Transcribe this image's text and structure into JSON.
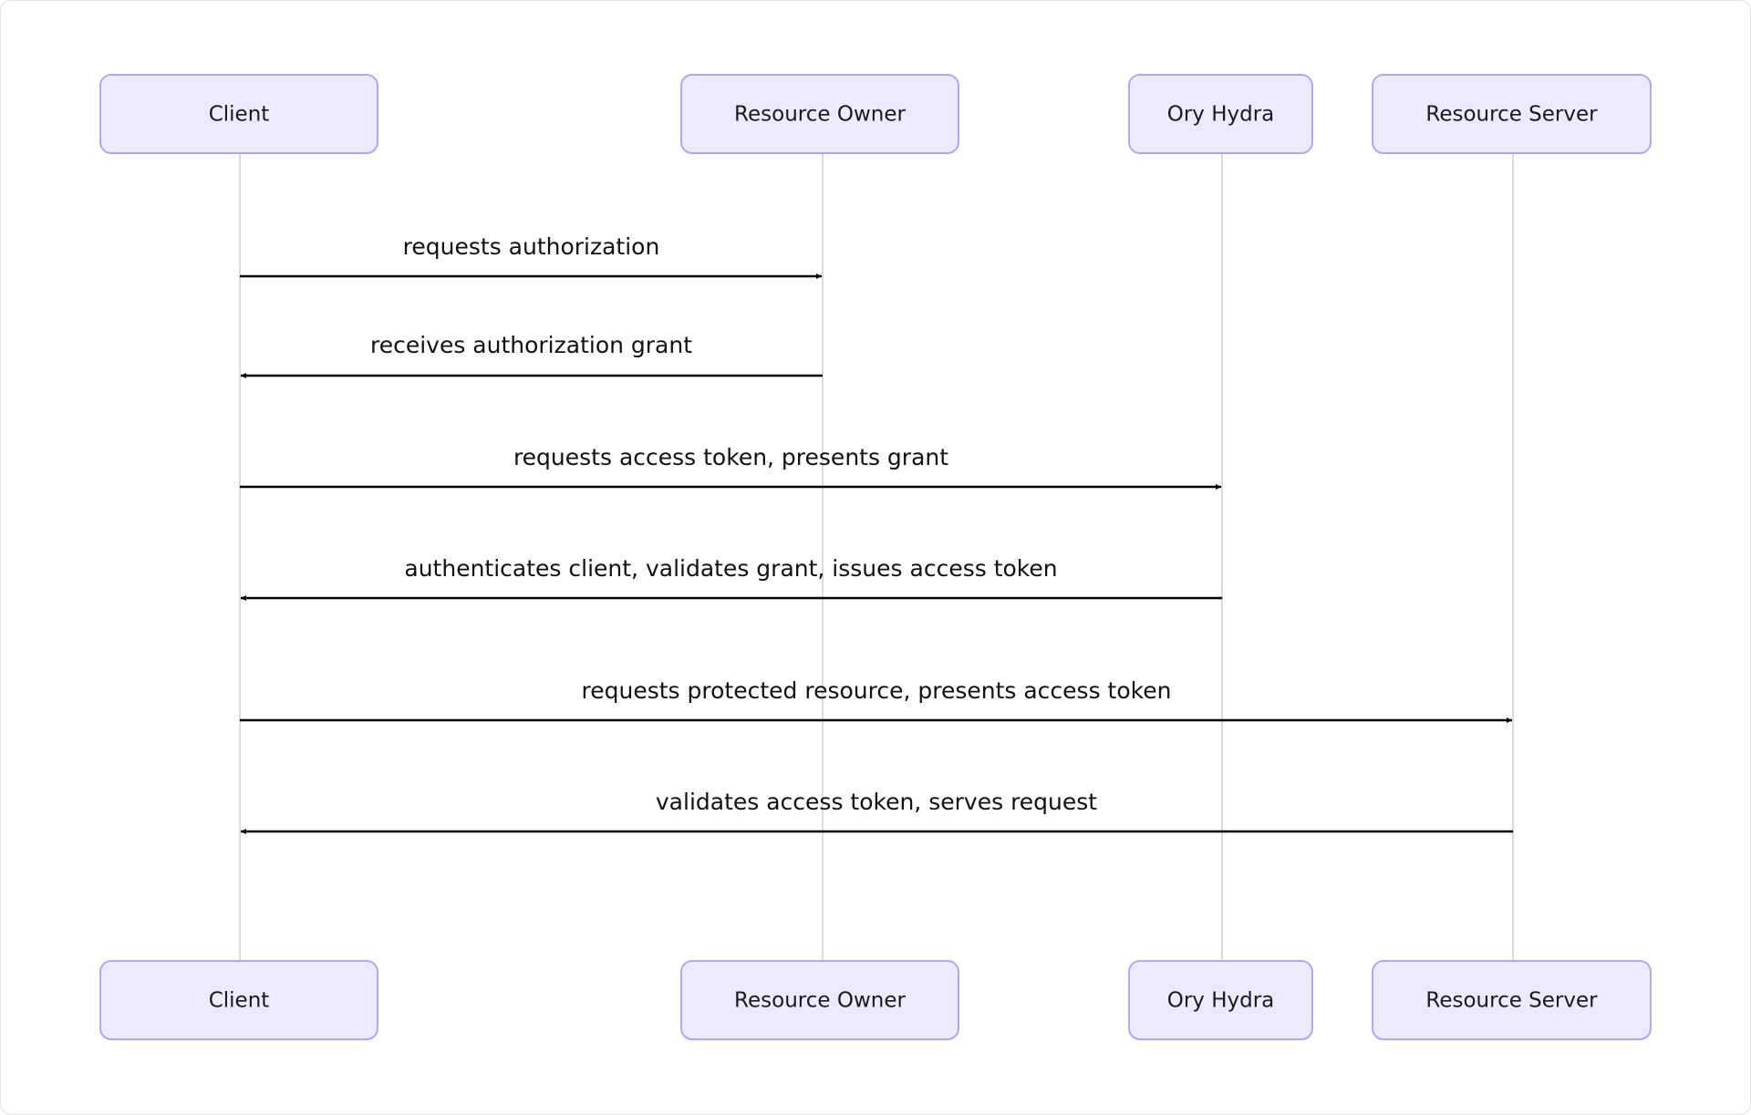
{
  "actors": [
    {
      "id": "client",
      "label": "Client"
    },
    {
      "id": "owner",
      "label": "Resource Owner"
    },
    {
      "id": "hydra",
      "label": "Ory Hydra"
    },
    {
      "id": "server",
      "label": "Resource Server"
    }
  ],
  "messages": [
    {
      "from": "client",
      "to": "owner",
      "label": "requests authorization"
    },
    {
      "from": "owner",
      "to": "client",
      "label": "receives authorization grant"
    },
    {
      "from": "client",
      "to": "hydra",
      "label": "requests access token, presents grant"
    },
    {
      "from": "hydra",
      "to": "client",
      "label": "authenticates client, validates grant, issues access token"
    },
    {
      "from": "client",
      "to": "server",
      "label": "requests protected resource, presents access token"
    },
    {
      "from": "server",
      "to": "client",
      "label": "validates access token, serves request"
    }
  ],
  "colors": {
    "actor_fill": "#ECEAFE",
    "actor_stroke": "#B3A5F2",
    "lifeline": "#DADADA",
    "arrow": "#000000"
  }
}
